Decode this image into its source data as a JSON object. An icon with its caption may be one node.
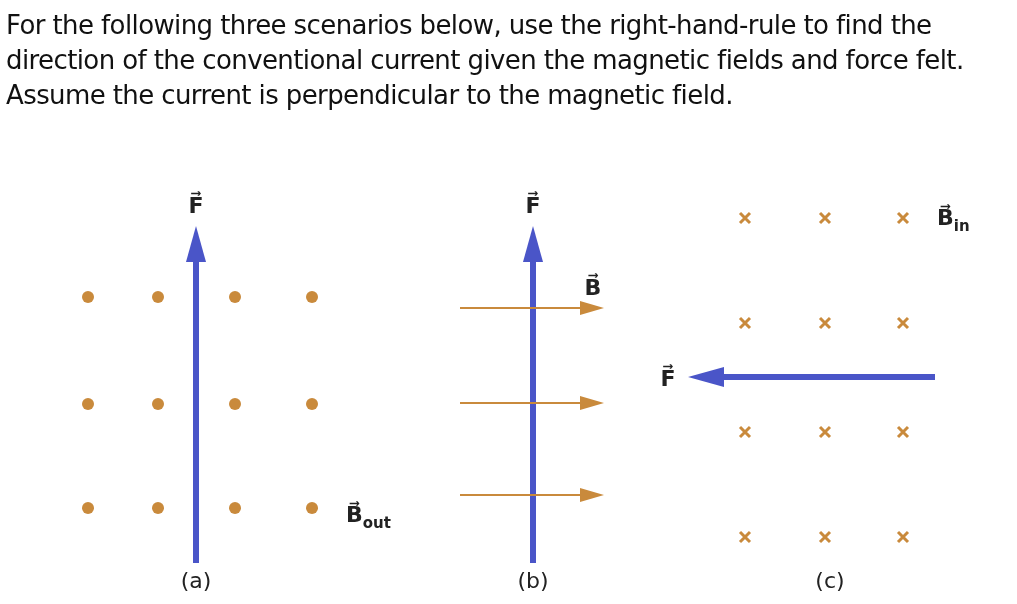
{
  "diagram": {
    "title": "For the following three scenarios below, use the right-hand-rule to find the direction of the conventional current given the magnetic fields and force felt.  Assume the current is perpendicular to the magnetic field.",
    "labels": [
      "F⃗",
      "F⃗",
      "B⃗$_{in}$",
      "B⃗",
      "F⃗",
      "B⃗$_{out}$",
      "(a)",
      "(b)",
      "(c)"
    ]
  }
}
